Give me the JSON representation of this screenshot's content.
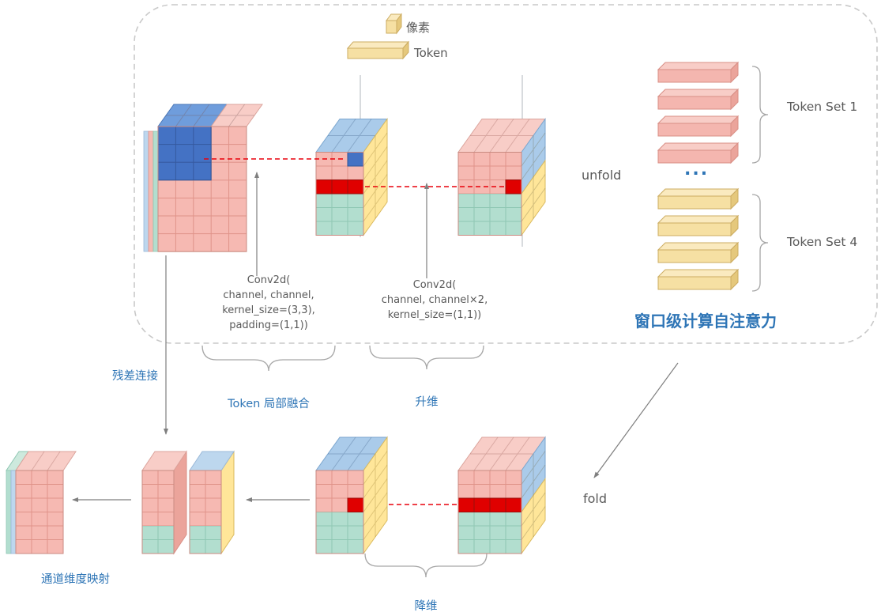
{
  "colors": {
    "pink": "#f6b9b2",
    "pink_border": "#e09389",
    "light_pink": "#f8cdc7",
    "teal": "#b2decf",
    "teal_border": "#8fc7b3",
    "blue": "#4472c4",
    "light_blue": "#aacbea",
    "strip_blue": "#bdd7ee",
    "yellow": "#ffe699",
    "yellow_border": "#d9b95e",
    "red": "#e00000",
    "label_blue": "#2e75b6",
    "gray_text": "#595959",
    "boundary_dash": "#c9c9c9",
    "arrow_gray": "#7f7f7f"
  },
  "legend": {
    "pixel": "像素",
    "token": "Token"
  },
  "window": {
    "title": "窗口级计算自注意力",
    "unfold": "unfold",
    "ellipsis": "...",
    "set1": "Token Set 1",
    "set4": "Token Set 4"
  },
  "ops": {
    "conv1": "Conv2d(\nchannel, channel,\nkernel_size=(3,3),\npadding=(1,1))",
    "conv2": "Conv2d(\nchannel, channel×2,\nkernel_size=(1,1))",
    "fusion": "Token 局部融合",
    "up": "升维",
    "down": "降维",
    "residual": "残差连接",
    "mapping": "通道维度映射",
    "fold": "fold"
  }
}
